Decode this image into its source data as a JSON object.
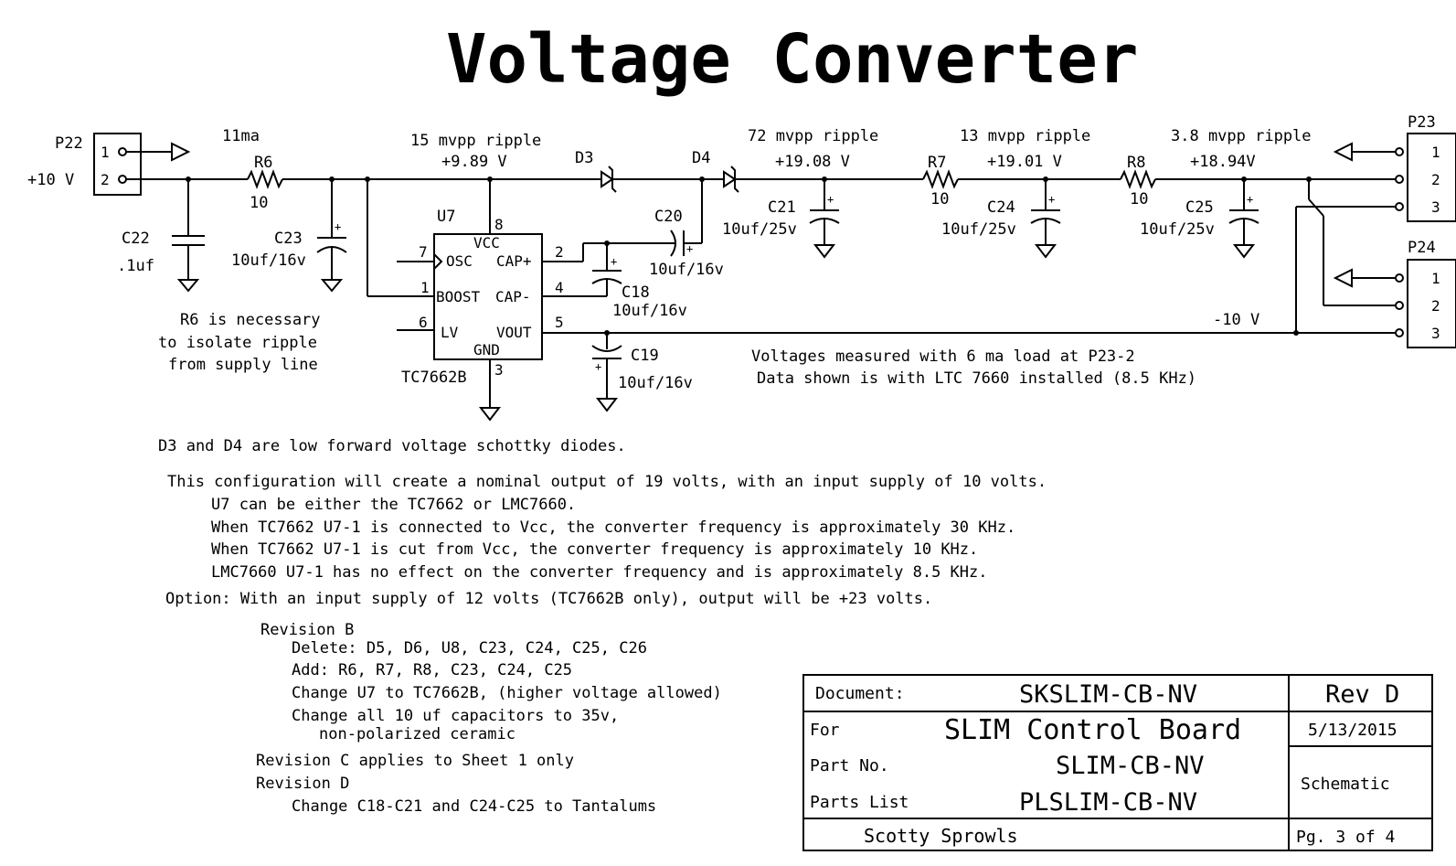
{
  "title": "Voltage Converter",
  "connectors": {
    "p22": {
      "ref": "P22",
      "pin1": "1",
      "pin2": "2",
      "voltage": "+10 V"
    },
    "p23": {
      "ref": "P23",
      "pins": [
        "1",
        "2",
        "3"
      ]
    },
    "p24": {
      "ref": "P24",
      "pins": [
        "1",
        "2",
        "3"
      ]
    }
  },
  "components": {
    "r6": {
      "ref": "R6",
      "value": "10",
      "current": "11ma"
    },
    "r7": {
      "ref": "R7",
      "value": "10"
    },
    "r8": {
      "ref": "R8",
      "value": "10"
    },
    "c22": {
      "ref": "C22",
      "value": ".1uf"
    },
    "c23": {
      "ref": "C23",
      "value": "10uf/16v"
    },
    "c18": {
      "ref": "C18",
      "value": "10uf/16v"
    },
    "c19": {
      "ref": "C19",
      "value": "10uf/16v"
    },
    "c20": {
      "ref": "C20",
      "value": "10uf/16v"
    },
    "c21": {
      "ref": "C21",
      "value": "10uf/25v"
    },
    "c24": {
      "ref": "C24",
      "value": "10uf/25v"
    },
    "c25": {
      "ref": "C25",
      "value": "10uf/25v"
    },
    "d3": {
      "ref": "D3"
    },
    "d4": {
      "ref": "D4"
    },
    "u7": {
      "ref": "U7",
      "part": "TC7662B",
      "pin_vcc": "VCC",
      "pin_osc": "OSC",
      "pin_boost": "BOOST",
      "pin_lv": "LV",
      "pin_capp": "CAP+",
      "pin_capm": "CAP-",
      "pin_vout": "VOUT",
      "pin_gnd": "GND",
      "num_8": "8",
      "num_7": "7",
      "num_1": "1",
      "num_6": "6",
      "num_2": "2",
      "num_4": "4",
      "num_5": "5",
      "num_3": "3"
    }
  },
  "measurements": {
    "ripple_u7": "15 mvpp ripple",
    "v_u7": "+9.89 V",
    "ripple_c21": "72 mvpp ripple",
    "v_c21": "+19.08 V",
    "ripple_c24": "13 mvpp ripple",
    "v_c24": "+19.01 V",
    "ripple_c25": "3.8 mvpp ripple",
    "v_c25": "+18.94V",
    "neg": "-10 V"
  },
  "notes": {
    "r6_note": [
      "R6 is necessary",
      "to isolate ripple",
      "from supply line"
    ],
    "measure_note": [
      "Voltages measured with 6 ma load at P23-2",
      "Data shown is with LTC 7660 installed (8.5 KHz)"
    ],
    "diodes": "D3 and D4 are low forward voltage schottky diodes.",
    "config": "This configuration will create a nominal output of 19 volts, with an input supply of 10 volts.",
    "config_lines": [
      "U7 can be either the TC7662 or LMC7660.",
      "When TC7662 U7-1 is connected to Vcc, the converter frequency is approximately 30 KHz.",
      "When TC7662 U7-1 is cut from Vcc, the converter frequency is approximately 10 KHz.",
      "LMC7660 U7-1 has no effect on the converter frequency and is approximately 8.5 KHz."
    ],
    "option": "Option: With an input supply of 12 volts (TC7662B only), output will be +23 volts."
  },
  "revisions": {
    "rev_b": "Revision B",
    "rev_b_items": [
      "Delete: D5, D6, U8, C23, C24, C25, C26",
      "Add: R6, R7, R8, C23, C24, C25",
      "Change U7 to TC7662B, (higher voltage allowed)",
      "Change all 10 uf capacitors to 35v,"
    ],
    "rev_b_cont": "non-polarized ceramic",
    "rev_c": "Revision C applies to Sheet 1 only",
    "rev_d": "Revision D",
    "rev_d_item": "Change C18-C21 and C24-C25 to Tantalums"
  },
  "title_block": {
    "document_label": "Document:",
    "document": "SKSLIM-CB-NV",
    "rev": "Rev D",
    "for_label": "For",
    "for": "SLIM Control Board",
    "date": "5/13/2015",
    "part_label": "Part No.",
    "part": "SLIM-CB-NV",
    "kind": "Schematic",
    "parts_label": "Parts List",
    "parts": "PLSLIM-CB-NV",
    "author": "Scotty Sprowls",
    "page": "Pg. 3 of 4"
  }
}
